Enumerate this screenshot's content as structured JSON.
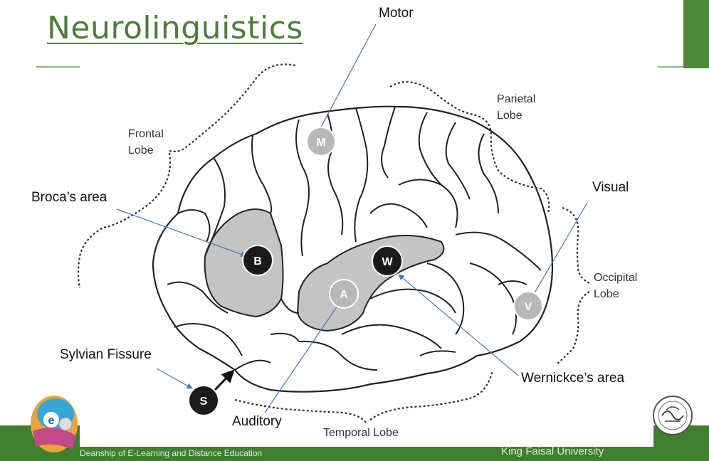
{
  "title": "Neurolinguistics",
  "footer": {
    "left_text": "Deanship of E-Learning and Distance Education",
    "right_text": "King Faisal University"
  },
  "lobes": {
    "frontal": [
      "Frontal",
      "Lobe"
    ],
    "parietal": [
      "Parietal",
      "Lobe"
    ],
    "occipital": [
      "Occipital",
      "Lobe"
    ],
    "temporal": "Temporal Lobe"
  },
  "labels": {
    "motor": "Motor",
    "broca": "Broca’s area",
    "visual": "Visual",
    "sylvian": "Sylvian Fissure",
    "auditory": "Auditory",
    "wernicke": "Wernickce’s area"
  },
  "markers": {
    "m": "M",
    "b": "B",
    "w": "W",
    "a": "A",
    "v": "V",
    "s": "S"
  },
  "colors": {
    "title": "#4e7d3c",
    "footer": "#3f7f2e",
    "dark_marker": "#1a1a1a",
    "light_marker": "#b8b8b8",
    "area_fill": "#c4c4c4",
    "pointer_line": "#4a78b8"
  }
}
